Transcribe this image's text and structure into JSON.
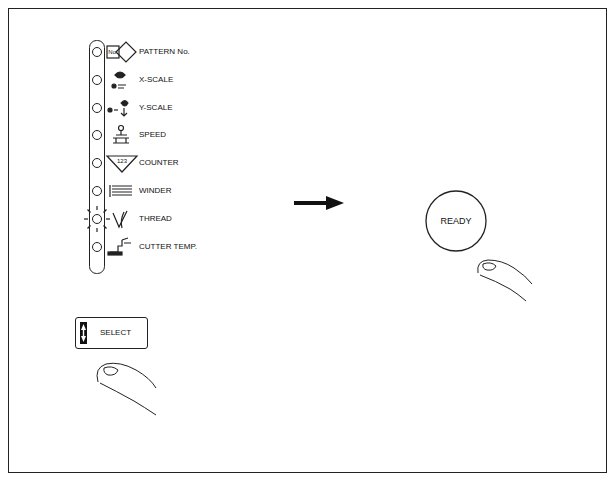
{
  "diagram": {
    "nodes": [
      {
        "text": [
          "SELECT"
        ]
      },
      {
        "text": [
          "READY"
        ]
      }
    ],
    "labels": [
      "No.",
      "PATTERN No.",
      "X-SCALE",
      "Y-SCALE",
      "SPEED",
      "123",
      "COUNTER",
      "WINDER",
      "THREAD",
      "CUTTER TEMP."
    ]
  }
}
